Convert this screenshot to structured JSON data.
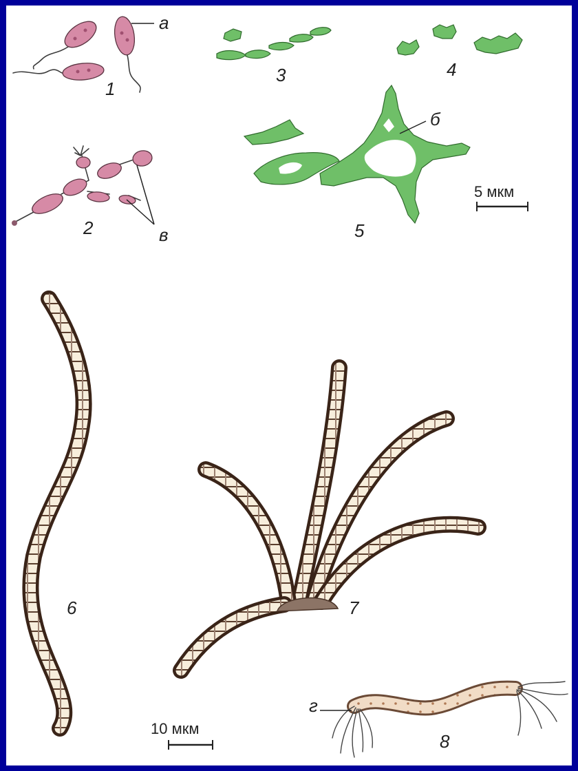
{
  "colors": {
    "frame": "#00009a",
    "pink_cell": "#d68aa6",
    "green_cell": "#6fbf68",
    "filament_sheath": "#3a2418",
    "filament_cell": "#f7eedc",
    "holdfast": "#8c7466",
    "filament8": "#f1dcc6"
  },
  "labels": {
    "n1": "1",
    "n2": "2",
    "n3": "3",
    "n4": "4",
    "n5": "5",
    "n6": "6",
    "n7": "7",
    "n8": "8",
    "a": "а",
    "b": "б",
    "v": "в",
    "g": "г"
  },
  "scale": {
    "top": "5 мкм",
    "bottom": "10 мкм"
  }
}
